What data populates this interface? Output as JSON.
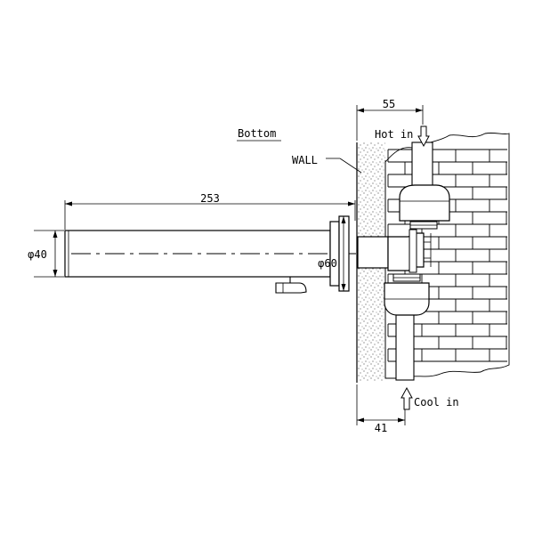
{
  "labels": {
    "view": "Bottom",
    "wall": "WALL",
    "hot_in": "Hot in",
    "cool_in": "Cool in"
  },
  "dimensions": {
    "spout_length": "253",
    "wall_depth_top": "55",
    "wall_depth_bottom": "41",
    "spout_diameter": "φ40",
    "flange_diameter": "φ60"
  }
}
